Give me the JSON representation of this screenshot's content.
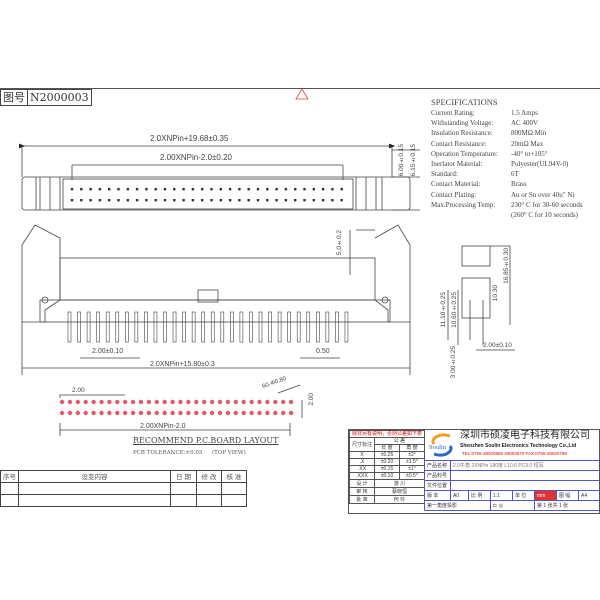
{
  "drawing_number": {
    "label": "图号",
    "value": "N2000003"
  },
  "specifications": {
    "title": "SPECIFICATIONS",
    "rows": [
      {
        "key": "Current Rating:",
        "value": "1.5 Amps"
      },
      {
        "key": "Withstanding Voltage:",
        "value": "AC  400V"
      },
      {
        "key": "Insulation Resistance:",
        "value": "800MΩ   Min"
      },
      {
        "key": "Contact Resistance:",
        "value": "20mΩ  Max"
      },
      {
        "key": "Operation Temperature:",
        "value": "-40° to+105°"
      },
      {
        "key": "Inerlator Material:",
        "value": "Polyester(UL94V-0)"
      },
      {
        "key": "Standard:",
        "value": "6T"
      },
      {
        "key": "Contact Material:",
        "value": "Brass"
      },
      {
        "key": "Contact Plating:",
        "value": "Au or Sn over 40u\" Ni"
      },
      {
        "key": "Max.Processing Temp:",
        "value": "230° C for 30-60 seconds"
      },
      {
        "key": "",
        "value": "(260° C for 10 seconds)"
      }
    ]
  },
  "dimensions": {
    "top_overall": "2.0XNPin+19.68±0.35",
    "top_pitch": "2.00XNPin-2.0±0.20",
    "top_h1": "6.00±0.15",
    "top_h2": "6.15±0.15",
    "front_latch": "5.0±0.2",
    "front_pitch": "2.00±0.10",
    "front_pin": "0.50",
    "front_overall": "2.0XNPin+15.80±0.3",
    "side_height": "16.85±0.30",
    "side_h1": "11.10±0.25",
    "side_h2": "10.60±0.25",
    "side_inner": "10.30",
    "side_tail": "3.00±0.25",
    "side_pitch": "2.00±0.10",
    "pcb_row": "2.00",
    "pcb_hole": "60-Φ0.80",
    "pcb_col": "2.00",
    "pcb_length": "2.00XNPin-2.0"
  },
  "pcb_layout": {
    "title": "RECOMMEND P.C.BOARD LAYOUT",
    "tolerance": "PCB TOLERANCE:±0.05",
    "view": "(TOP VIEW)"
  },
  "revision_table": {
    "headers": [
      "序号",
      "设变内容",
      "日 期",
      "修 改",
      "核 准"
    ]
  },
  "title_block": {
    "tolerance_note": "除非另有说明，否则公差如下表",
    "tol_headers": [
      "尺寸标注",
      "公 差"
    ],
    "tol_sub": [
      "长 度",
      "角 度"
    ],
    "tol_rows": [
      [
        "X",
        "±0.25",
        "±2°"
      ],
      [
        ".X",
        "±0.20",
        "±1.5°"
      ],
      [
        ".XX",
        "±0.15",
        "±1°"
      ],
      [
        ".XXX",
        "±0.10",
        "±0.5°"
      ]
    ],
    "signatures": [
      [
        "设 计",
        "游 川"
      ],
      [
        "审 核",
        "蔡晓恒"
      ],
      [
        "批 准",
        "何 玲"
      ]
    ],
    "logo_text": "Soulin",
    "company_cn": "深圳市硕凌电子科技有限公司",
    "company_en": "Shenzhen Soulin Electronics Technology Co.,Ltd",
    "contact": "TEL:0755-28020886 33003670    FAX:0755-28020799",
    "product_name_label": "产品名称",
    "product_name": "2.0牛角 2XNPin  180度  L10.6 PC3.0 短耳",
    "part_no_label": "产品料号",
    "file_loc_label": "文件位置",
    "version_label": "版 本",
    "version": "A0",
    "scale_label": "比 例",
    "scale": "1:1",
    "unit_label": "单 位",
    "unit": "mm",
    "size_label": "图 幅",
    "size": "A4",
    "projection": "第一角度投影",
    "sheet": "第 1 张共 1 张"
  },
  "colors": {
    "pcb_holes": "#e05a6a",
    "accent_red": "#dd0000",
    "title_lines": "#5555c8"
  }
}
